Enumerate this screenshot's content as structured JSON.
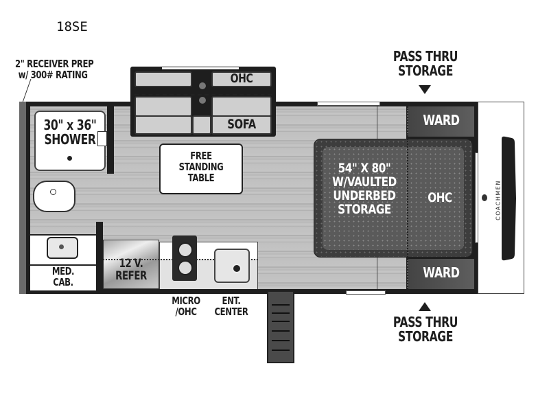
{
  "title": "18SE",
  "brand": "COACHMEN",
  "callouts": {
    "receiver_prep": "2\" RECEIVER PREP w/ 300# RATING",
    "receiver_line1": "2\" RECEIVER PREP",
    "receiver_line2": "w/ 300# RATING",
    "pass_thru_top_line1": "PASS THRU",
    "pass_thru_top_line2": "STORAGE",
    "pass_thru_bottom_line1": "PASS THRU",
    "pass_thru_bottom_line2": "STORAGE"
  },
  "rooms": {
    "shower_line1": "30\" x 36\"",
    "shower_line2": "SHOWER",
    "med_cab_line1": "MED.",
    "med_cab_line2": "CAB.",
    "refer_line1": "12 V.",
    "refer_line2": "REFER",
    "micro_line1": "MICRO",
    "micro_line2": "/OHC",
    "ent_line1": "ENT.",
    "ent_line2": "CENTER",
    "sofa_ohc": "OHC",
    "sofa": "SOFA",
    "table_line1": "FREE",
    "table_line2": "STANDING",
    "table_line3": "TABLE",
    "bed_line1": "54\" X 80\"",
    "bed_line2": "W/VAULTED",
    "bed_line3": "UNDERBED",
    "bed_line4": "STORAGE",
    "bed_ohc": "OHC",
    "ward_top": "WARD",
    "ward_bottom": "WARD"
  },
  "colors": {
    "wall": "#1e1e1e",
    "floor": "#c0c0c0",
    "bed": "#3d3d3d",
    "ward": "#505050"
  }
}
